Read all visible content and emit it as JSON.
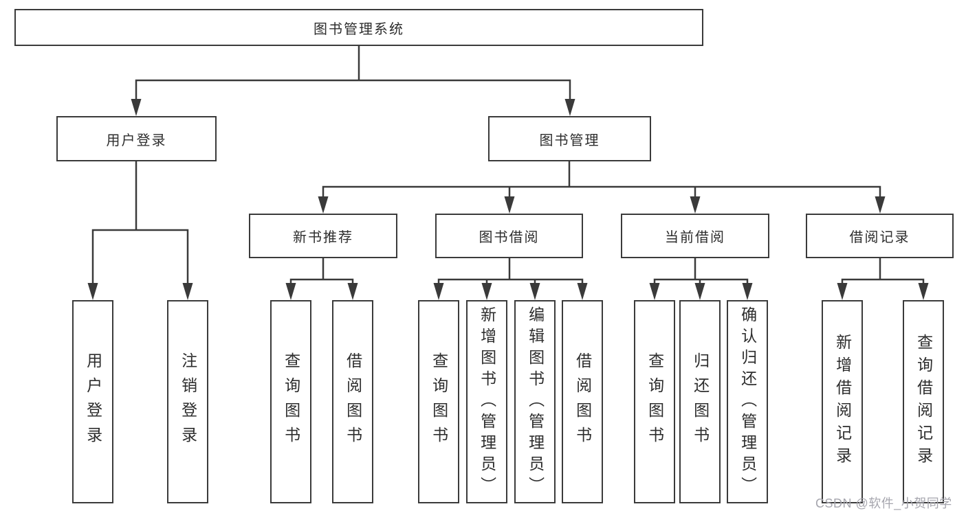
{
  "diagram": {
    "root": {
      "label": "图书管理系统"
    },
    "branches": [
      {
        "label": "用户登录",
        "children": [
          {
            "label": "用户登录"
          },
          {
            "label": "注销登录"
          }
        ]
      },
      {
        "label": "图书管理",
        "children": [
          {
            "label": "新书推荐",
            "children": [
              {
                "label": "查询图书"
              },
              {
                "label": "借阅图书"
              }
            ]
          },
          {
            "label": "图书借阅",
            "children": [
              {
                "label": "查询图书"
              },
              {
                "label": "新增图书（管理员）"
              },
              {
                "label": "编辑图书（管理员）"
              },
              {
                "label": "借阅图书"
              }
            ]
          },
          {
            "label": "当前借阅",
            "children": [
              {
                "label": "查询图书"
              },
              {
                "label": "归还图书"
              },
              {
                "label": "确认归还（管理员）"
              }
            ]
          },
          {
            "label": "借阅记录",
            "children": [
              {
                "label": "新增借阅记录"
              },
              {
                "label": "查询借阅记录"
              }
            ]
          }
        ]
      }
    ]
  },
  "watermark": {
    "text": "CSDN @软件_小贺同学"
  },
  "colors": {
    "background": "#ffffff",
    "line": "#3a3a3a",
    "box_bg": "#ffffff",
    "box_border": "#3a3a3a",
    "text": "#2d2d2d",
    "watermark": "#a6a6ae"
  }
}
